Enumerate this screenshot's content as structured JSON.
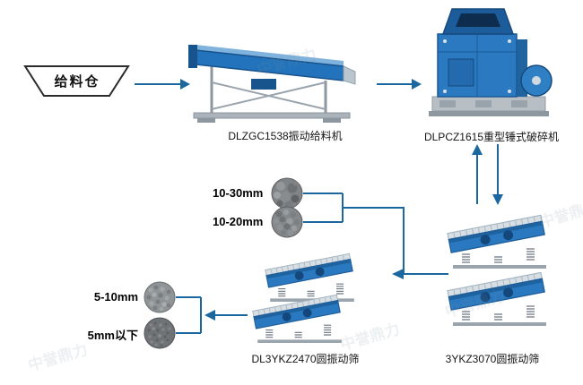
{
  "diagram": {
    "feed_bin": {
      "label": "给料仓"
    },
    "machines": {
      "feeder": {
        "label": "DLZGC1538振动给料机"
      },
      "crusher": {
        "label": "DLPCZ1615重型锤式破碎机"
      },
      "screen_right": {
        "label": "3YKZ3070圆振动筛"
      },
      "screen_mid": {
        "label": "DL3YKZ2470圆振动筛"
      }
    },
    "products": [
      {
        "label": "10-30mm"
      },
      {
        "label": "10-20mm"
      },
      {
        "label": "5-10mm"
      },
      {
        "label": "5mm以下"
      }
    ],
    "watermark": "中誉鼎力",
    "colors": {
      "arrow": "#1b679f",
      "machine_blue": "#2b7ac1",
      "machine_blue_dark": "#1d5c9b",
      "frame_gray": "#9aa4ad",
      "text": "#151515"
    }
  }
}
